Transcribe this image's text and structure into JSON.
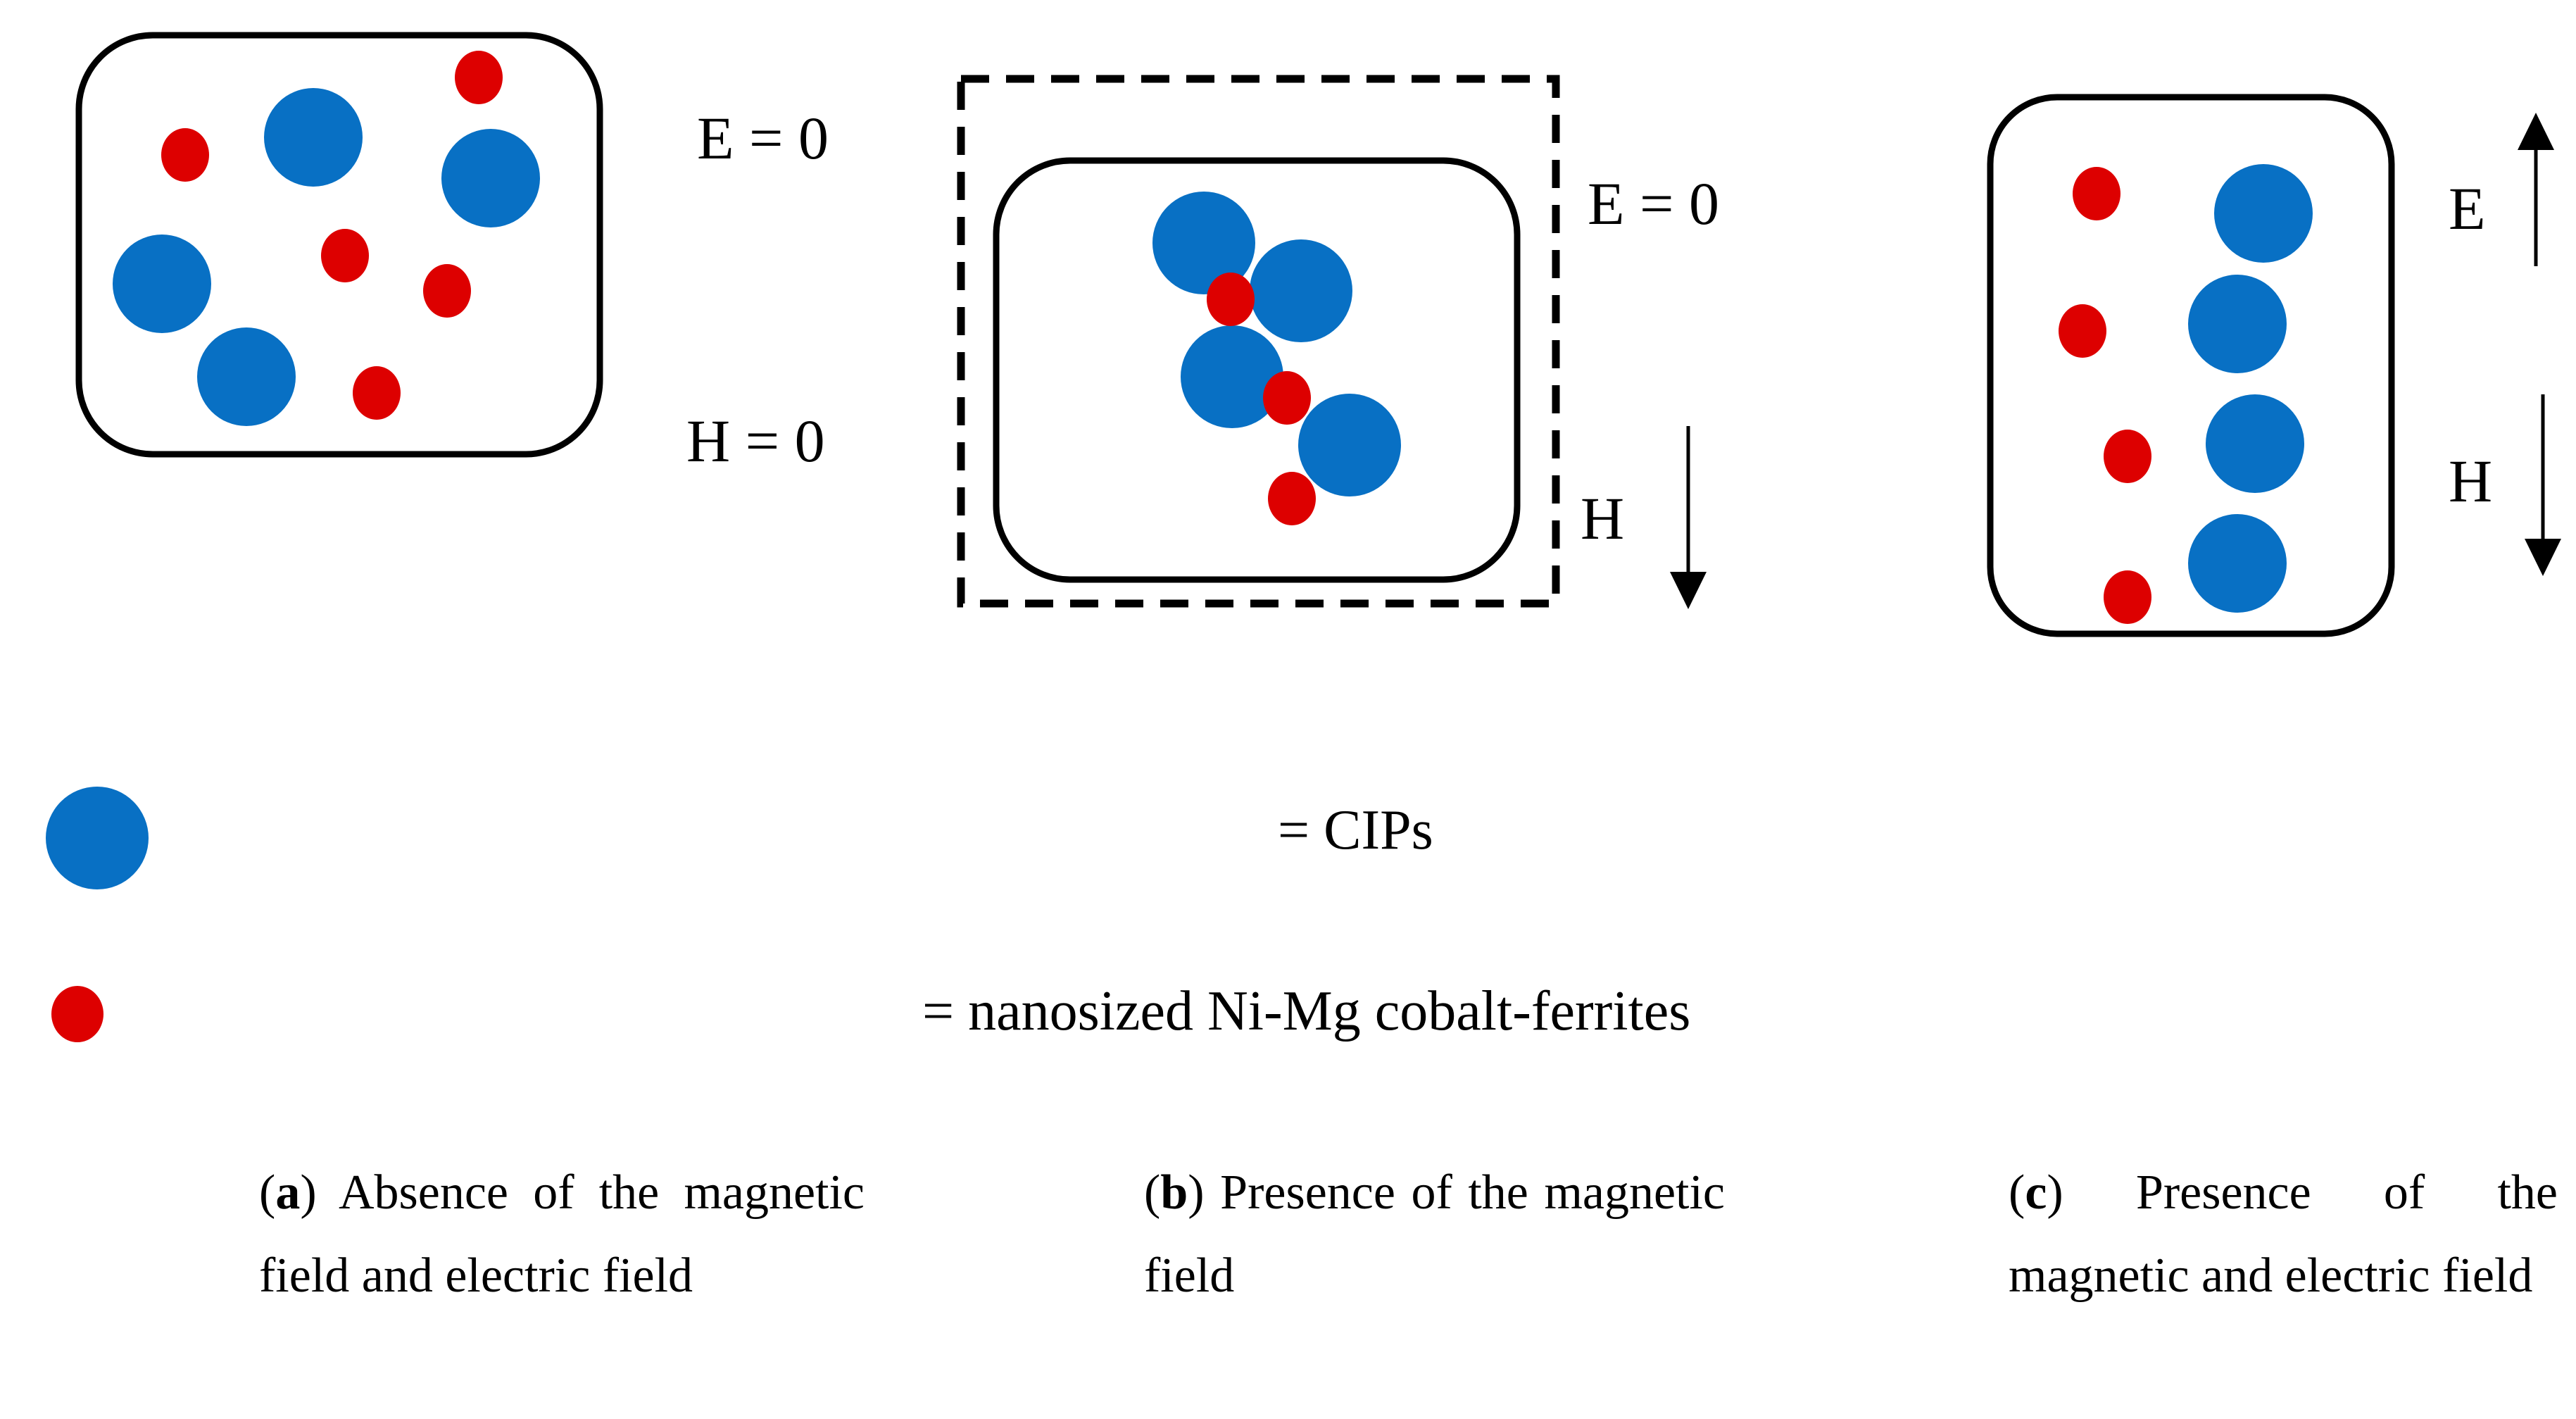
{
  "colors": {
    "cip": "#0870C4",
    "ferrite": "#DD0000",
    "stroke": "#000000"
  },
  "panel_a": {
    "e_label": "E = 0",
    "h_label": "H = 0"
  },
  "panel_b": {
    "e_label": "E = 0",
    "h_label": "H"
  },
  "panel_c": {
    "e_label": "E",
    "h_label": "H"
  },
  "legend": {
    "cip_text": "= CIPs",
    "ferrite_text": "= nanosized Ni-Mg cobalt-ferrites"
  },
  "captions": {
    "a": {
      "letter": "a",
      "text": "Absence of the magnetic field and electric field"
    },
    "b": {
      "letter": "b",
      "text": "Presence of the magnetic field"
    },
    "c": {
      "letter": "c",
      "text": "Presence of the magnetic and electric field"
    }
  }
}
